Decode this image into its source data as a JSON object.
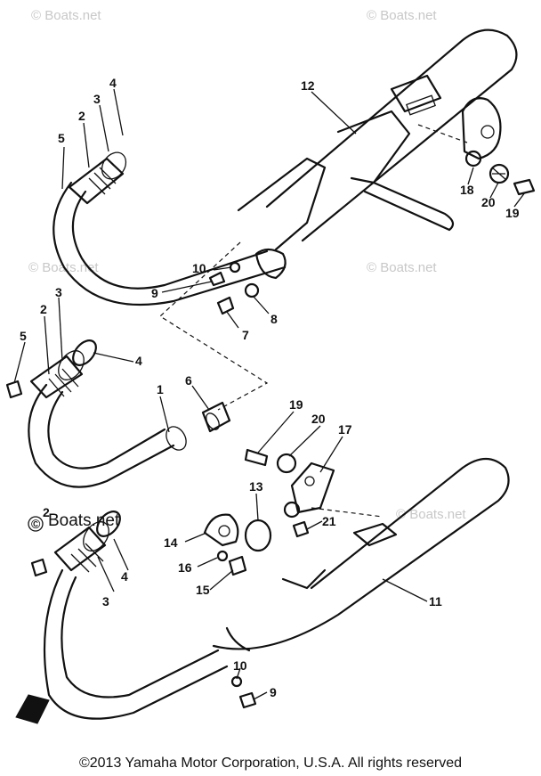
{
  "watermark": {
    "text": "© Boats.net",
    "prominent_text": "Boats.net"
  },
  "callouts": [
    "1",
    "2",
    "3",
    "4",
    "5",
    "6",
    "7",
    "8",
    "9",
    "10",
    "11",
    "12",
    "13",
    "14",
    "15",
    "16",
    "17",
    "18",
    "19",
    "20",
    "21"
  ],
  "copyright": "©2013 Yamaha Motor Corporation, U.S.A. All rights reserved",
  "colors": {
    "ink": "#111111",
    "watermark": "#c8c8c8",
    "background": "#ffffff"
  }
}
